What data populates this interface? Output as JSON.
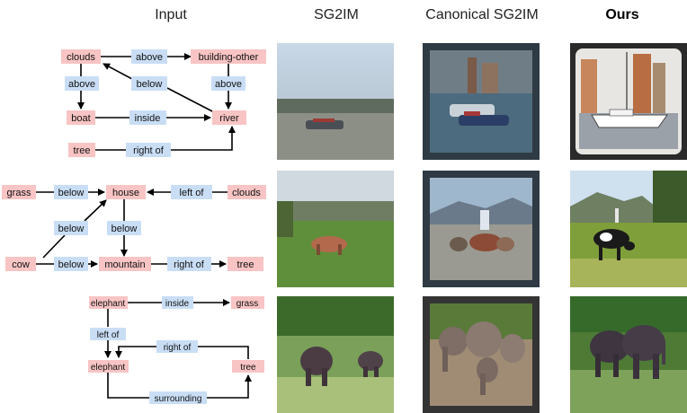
{
  "headers": {
    "input": "Input",
    "sg2im": "SG2IM",
    "canonical": "Canonical SG2IM",
    "ours": "Ours"
  },
  "graph1": {
    "clouds": "clouds",
    "above_top": "above",
    "building_other": "building-other",
    "above_left": "above",
    "below": "below",
    "above_right": "above",
    "boat": "boat",
    "inside": "inside",
    "river": "river",
    "tree": "tree",
    "right_of": "right of"
  },
  "graph2": {
    "grass": "grass",
    "below_a": "below",
    "house": "house",
    "left_of": "left of",
    "clouds": "clouds",
    "below_b": "below",
    "below_c": "below",
    "cow": "cow",
    "below_d": "below",
    "mountain": "mountain",
    "right_of": "right of",
    "tree": "tree"
  },
  "graph3": {
    "elephant_top": "elephant",
    "inside": "inside",
    "grass": "grass",
    "left_of": "left of",
    "right_of": "right of",
    "elephant_bottom": "elephant",
    "tree": "tree",
    "surrounding": "surrounding"
  },
  "colors": {
    "object_node": "#f8c4c4",
    "relation_node": "#c9def5"
  }
}
